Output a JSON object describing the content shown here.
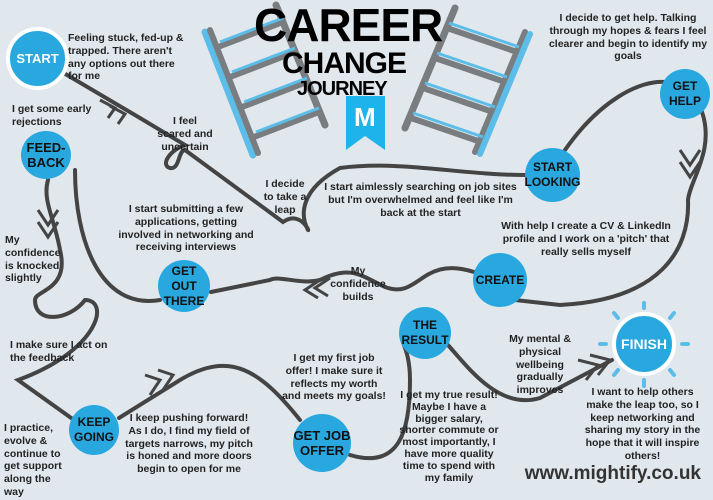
{
  "title": {
    "line1": "CAREER",
    "line2": "CHANGE",
    "line3": "JOURNEY",
    "logo_letter": "M"
  },
  "nodes": {
    "start": "START",
    "feedback": "FEED-\nBACK",
    "start_looking": "START LOOKING",
    "get_help": "GET HELP",
    "create": "CREATE",
    "get_out_there": "GET OUT THERE",
    "the_result": "THE RESULT",
    "finish": "FINISH",
    "keep_going": "KEEP GOING",
    "get_job_offer": "GET JOB OFFER"
  },
  "notes": {
    "start": "Feeling stuck, fed-up & trapped. There aren't any options out there for me",
    "scared": "I feel scared and uncertain",
    "leap": "I decide to take a leap",
    "aimless": "I start aimlessly searching on job sites but I'm overwhelmed and feel like I'm back at the start",
    "get_help": "I decide to get help. Talking through my hopes & fears I feel clearer and begin to identify my goals",
    "create": "With help I create a CV & LinkedIn profile and I work on a 'pitch' that really sells myself",
    "confidence_builds": "My confidence builds",
    "submitting": "I start submitting a few applications, getting involved in networking and receiving interviews",
    "rejections": "I get some early rejections",
    "knocked": "My confidence is knocked slightly",
    "act_feedback": "I make sure I act on the feedback",
    "practice": "I practice, evolve & continue to get support along the way",
    "pushing": "I keep pushing forward! As I do, I find my field of targets narrows, my pitch is honed and more doors begin to open for me",
    "first_job": "I get my first job offer! I make sure it reflects my worth and meets my goals!",
    "true_result": "I get my true result! Maybe I have a bigger salary, shorter commute or most importantly, I have more quality time to spend with my family",
    "wellbeing": "My mental & physical wellbeing gradually improves",
    "finish": "I want to help others make the leap too, so I keep networking and sharing my story in the hope that it will inspire others!"
  },
  "url": "www.mightify.co.uk",
  "colors": {
    "background": "#e1e8ed",
    "node": "#29a8e0",
    "path": "#444444",
    "ladder_gray": "#7a7d80",
    "ladder_blue": "#5bbde8"
  }
}
